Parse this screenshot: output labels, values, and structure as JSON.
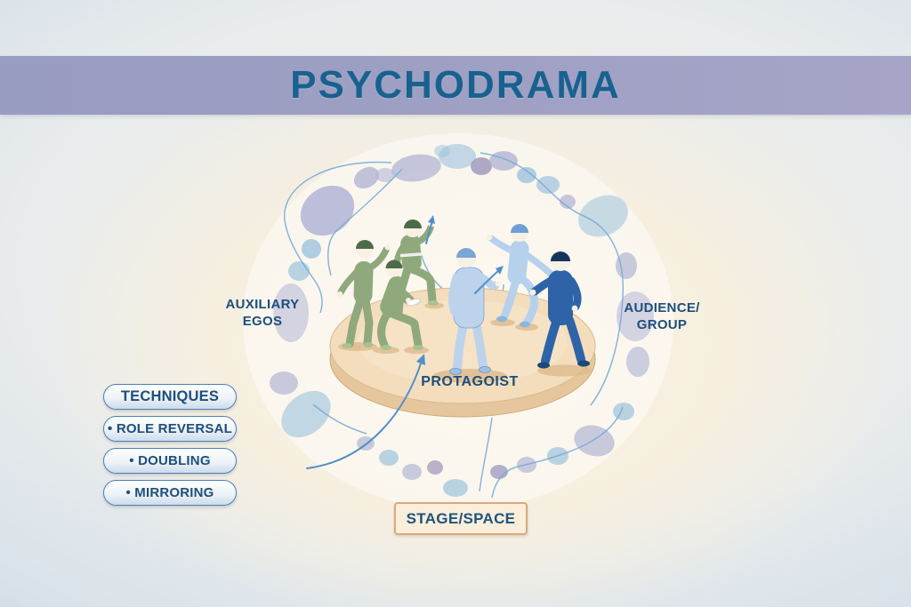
{
  "banner": {
    "title": "PSYCHODRAMA"
  },
  "diagram": {
    "auxiliary_egos_line1": "AUXILIARY",
    "auxiliary_egos_line2": "EGOS",
    "audience_line1": "AUDIENCE/",
    "audience_line2": "GROUP",
    "protagonist_label": "PROTAGOIST",
    "stage_label": "STAGE/SPACE"
  },
  "techniques": {
    "header": "TECHNIQUES",
    "items": [
      "• ROLE REVERSAL",
      "• DOUBLING",
      "• MIRRORING"
    ]
  },
  "palette": {
    "banner_bg": "#9d9fc3",
    "title_text": "#19618f",
    "label_text": "#1d4e7c",
    "pill_border": "#4d7fb5",
    "stage_fill": "#f3ddbc",
    "stage_rim": "#e6c79d",
    "stage_box_bg": "#fbeedb",
    "stage_box_border": "#d9a97c",
    "auxiliary_green": "#8fa97c",
    "protagonist_blue": "#bdd3ec",
    "audience_light_blue": "#b5d1ec",
    "audience_navy": "#2e63a8",
    "bubble_lavender": "#aeb0d3",
    "bubble_blue": "#9dc2dd",
    "arrow_blue": "#4f8fca"
  }
}
